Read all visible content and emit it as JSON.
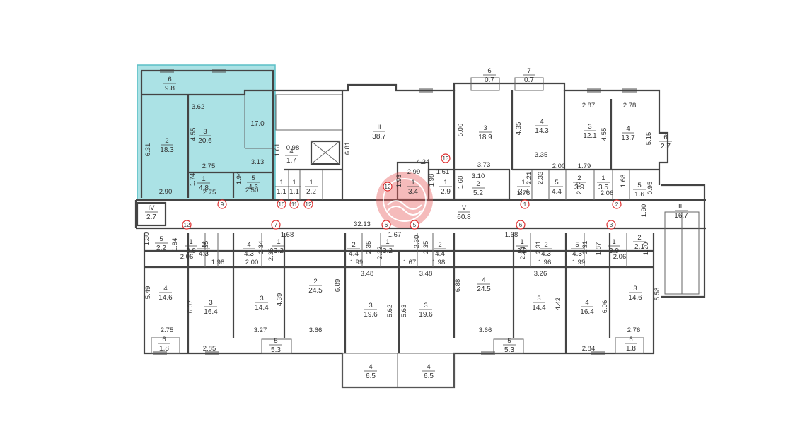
{
  "highlight": {
    "color": "#8fd8dc",
    "border": "#5bbfc6"
  },
  "marker_color": "#e03030",
  "watermark_color": "#e85a5a",
  "rooms": [
    {
      "id": "r6a",
      "top": "6",
      "bottom": "9.8"
    },
    {
      "id": "r2a",
      "top": "2",
      "bottom": "18.3"
    },
    {
      "id": "r3a",
      "top": "3",
      "bottom": "20.6"
    },
    {
      "id": "r17",
      "top": "",
      "bottom": "17.0"
    },
    {
      "id": "r1a",
      "top": "1",
      "bottom": "4.8"
    },
    {
      "id": "r5a",
      "top": "5",
      "bottom": "4.6"
    },
    {
      "id": "r4a",
      "top": "4",
      "bottom": "1.7"
    },
    {
      "id": "r1b",
      "top": "1",
      "bottom": "1.1"
    },
    {
      "id": "r1c",
      "top": "1",
      "bottom": "1.1"
    },
    {
      "id": "r1d",
      "top": "1",
      "bottom": "2.2"
    },
    {
      "id": "rII",
      "top": "II",
      "bottom": "38.7"
    },
    {
      "id": "r3b",
      "top": "3",
      "bottom": "18.9"
    },
    {
      "id": "r4b",
      "top": "4",
      "bottom": "14.3"
    },
    {
      "id": "r3c",
      "top": "3",
      "bottom": "12.1"
    },
    {
      "id": "r4c",
      "top": "4",
      "bottom": "13.7"
    },
    {
      "id": "r6b",
      "top": "6",
      "bottom": "0.7"
    },
    {
      "id": "r7",
      "top": "7",
      "bottom": "0.7"
    },
    {
      "id": "r6c",
      "top": "6",
      "bottom": "2.7"
    },
    {
      "id": "r1e",
      "top": "1",
      "bottom": "3.4"
    },
    {
      "id": "r1f",
      "top": "1",
      "bottom": "2.9"
    },
    {
      "id": "r2b",
      "top": "2",
      "bottom": "5.2"
    },
    {
      "id": "r1g",
      "top": "1",
      "bottom": "3.7"
    },
    {
      "id": "r5b",
      "top": "5",
      "bottom": "4.4"
    },
    {
      "id": "r2c",
      "top": "2",
      "bottom": "3.9"
    },
    {
      "id": "r1h",
      "top": "1",
      "bottom": "3.5"
    },
    {
      "id": "r5c",
      "top": "5",
      "bottom": "1.6"
    },
    {
      "id": "rIV",
      "top": "IV",
      "bottom": "2.7"
    },
    {
      "id": "rV",
      "top": "V",
      "bottom": "60.8"
    },
    {
      "id": "rIII",
      "top": "III",
      "bottom": "16.7"
    },
    {
      "id": "r5d",
      "top": "5",
      "bottom": "2.2"
    },
    {
      "id": "r1i",
      "top": "1",
      "bottom": "3.8"
    },
    {
      "id": "r2d",
      "top": "2",
      "bottom": "4.3"
    },
    {
      "id": "r4d",
      "top": "4",
      "bottom": "4.3"
    },
    {
      "id": "r1j",
      "top": "1",
      "bottom": "3.2"
    },
    {
      "id": "r2e",
      "top": "2",
      "bottom": "4.4"
    },
    {
      "id": "r1k",
      "top": "1",
      "bottom": "3.2"
    },
    {
      "id": "r2f",
      "top": "2",
      "bottom": "4.4"
    },
    {
      "id": "r1l",
      "top": "1",
      "bottom": "3.2"
    },
    {
      "id": "r2g",
      "top": "2",
      "bottom": "4.3"
    },
    {
      "id": "r5e",
      "top": "5",
      "bottom": "4.3"
    },
    {
      "id": "r1m",
      "top": "1",
      "bottom": "3.9"
    },
    {
      "id": "r2h",
      "top": "2",
      "bottom": "2.1"
    },
    {
      "id": "r4e",
      "top": "4",
      "bottom": "14.6"
    },
    {
      "id": "r3d",
      "top": "3",
      "bottom": "16.4"
    },
    {
      "id": "r3e",
      "top": "3",
      "bottom": "14.4"
    },
    {
      "id": "r2i",
      "top": "2",
      "bottom": "24.5"
    },
    {
      "id": "r3f",
      "top": "3",
      "bottom": "19.6"
    },
    {
      "id": "r3g",
      "top": "3",
      "bottom": "19.6"
    },
    {
      "id": "r4f",
      "top": "4",
      "bottom": "24.5"
    },
    {
      "id": "r3h",
      "top": "3",
      "bottom": "14.4"
    },
    {
      "id": "r4g",
      "top": "4",
      "bottom": "16.4"
    },
    {
      "id": "r3i",
      "top": "3",
      "bottom": "14.6"
    },
    {
      "id": "r4h",
      "top": "4",
      "bottom": "6.5"
    },
    {
      "id": "r4i",
      "top": "4",
      "bottom": "6.5"
    },
    {
      "id": "r6d",
      "top": "6",
      "bottom": "1.8"
    },
    {
      "id": "r5f",
      "top": "5",
      "bottom": "5.3"
    },
    {
      "id": "r5g",
      "top": "5",
      "bottom": "5.3"
    },
    {
      "id": "r6e",
      "top": "6",
      "bottom": "1.8"
    }
  ],
  "dimensions": [
    "3.62",
    "6.31",
    "4.55",
    "2.75",
    "3.13",
    "1.74",
    "1.94",
    "2.90",
    "2.75",
    "2.50",
    "1.61",
    "0.98",
    "6.81",
    "4.24",
    "2.99",
    "1.61",
    "1.93",
    "1.98",
    "3.10",
    "1.68",
    "3.73",
    "5.06",
    "4.35",
    "3.35",
    "2.87",
    "2.78",
    "4.55",
    "5.15",
    "2.00",
    "1.79",
    "2.21",
    "2.33",
    "2.32",
    "1.76",
    "2.06",
    "1.68",
    "0.95",
    "1.90",
    "32.13",
    "1.30",
    "1.84",
    "2.06",
    "2.35",
    "1.98",
    "2.34",
    "2.00",
    "2.36",
    "1.68",
    "2.35",
    "2.32",
    "1.67",
    "2.30",
    "2.35",
    "1.99",
    "1.67",
    "1.98",
    "1.68",
    "3.48",
    "3.48",
    "2.34",
    "2.31",
    "1.96",
    "2.31",
    "1.87",
    "1.99",
    "2.06",
    "1.20",
    "3.26",
    "5.49",
    "6.07",
    "4.39",
    "6.89",
    "5.62",
    "5.63",
    "6.88",
    "4.42",
    "6.06",
    "5.58",
    "2.75",
    "2.85",
    "3.27",
    "3.66",
    "3.66",
    "2.84",
    "2.76"
  ],
  "markers": [
    "9",
    "10",
    "11",
    "12",
    "13",
    "12",
    "1",
    "2",
    "12",
    "7",
    "6",
    "5",
    "6",
    "3"
  ]
}
